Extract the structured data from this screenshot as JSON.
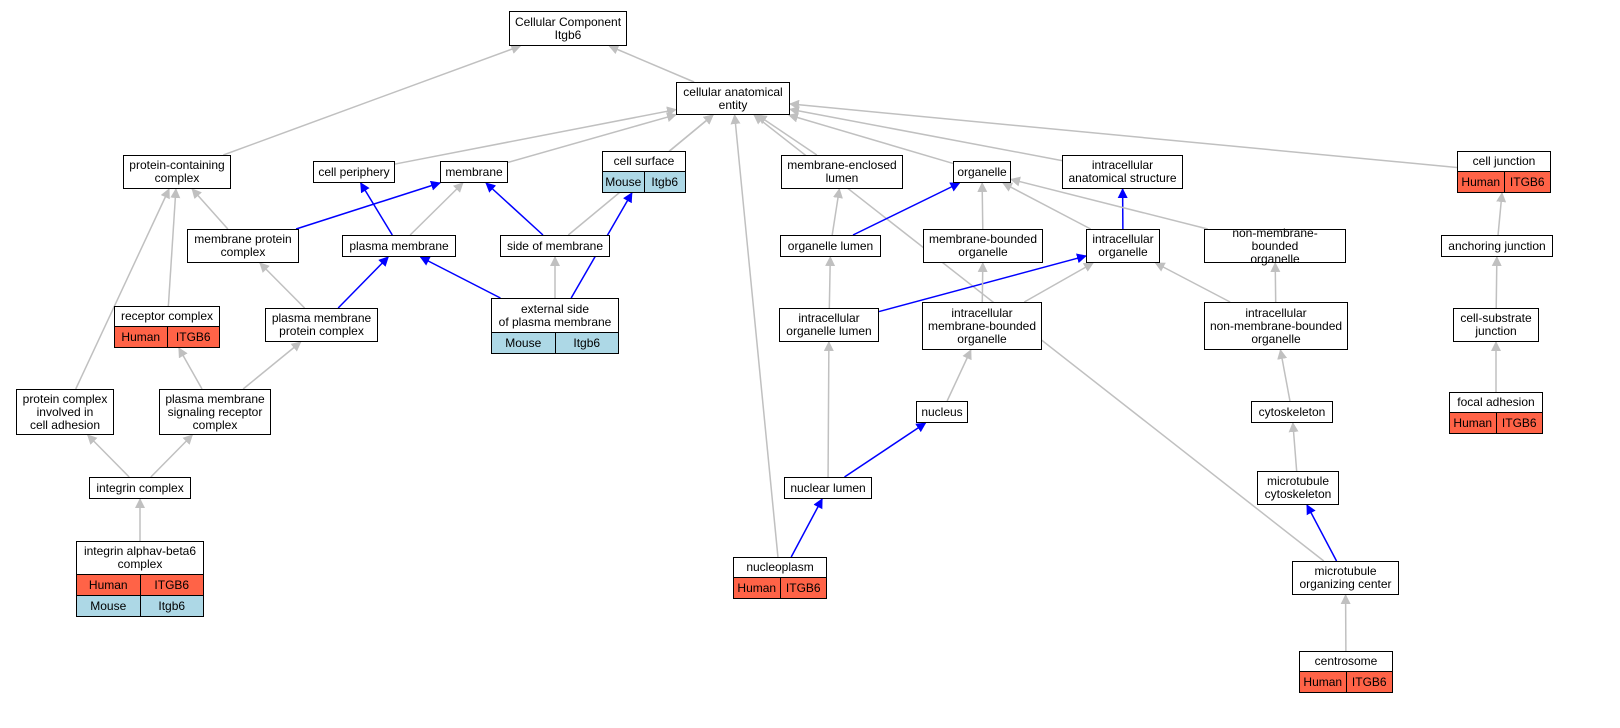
{
  "nodes": [
    {
      "id": "cc",
      "label": "Cellular Component\nItgb6"
    },
    {
      "id": "cae",
      "label": "cellular anatomical\nentity"
    },
    {
      "id": "pcc",
      "label": "protein-containing\ncomplex"
    },
    {
      "id": "cp",
      "label": "cell periphery"
    },
    {
      "id": "mem",
      "label": "membrane"
    },
    {
      "id": "cs",
      "label": "cell surface",
      "annotations": [
        {
          "species": "Mouse",
          "gene": "Itgb6"
        }
      ]
    },
    {
      "id": "mel",
      "label": "membrane-enclosed\nlumen"
    },
    {
      "id": "org",
      "label": "organelle"
    },
    {
      "id": "ias",
      "label": "intracellular\nanatomical structure"
    },
    {
      "id": "cj",
      "label": "cell junction",
      "annotations": [
        {
          "species": "Human",
          "gene": "ITGB6"
        }
      ]
    },
    {
      "id": "mpc",
      "label": "membrane protein\ncomplex"
    },
    {
      "id": "pm",
      "label": "plasma membrane"
    },
    {
      "id": "som",
      "label": "side of membrane"
    },
    {
      "id": "ol",
      "label": "organelle lumen"
    },
    {
      "id": "mbo",
      "label": "membrane-bounded\norganelle"
    },
    {
      "id": "io",
      "label": "intracellular\norganelle"
    },
    {
      "id": "nmbo",
      "label": "non-membrane-bounded\norganelle"
    },
    {
      "id": "aj",
      "label": "anchoring junction"
    },
    {
      "id": "rc",
      "label": "receptor complex",
      "annotations": [
        {
          "species": "Human",
          "gene": "ITGB6"
        }
      ]
    },
    {
      "id": "pmpc",
      "label": "plasma membrane\nprotein complex"
    },
    {
      "id": "espm",
      "label": "external side\nof plasma membrane",
      "annotations": [
        {
          "species": "Mouse",
          "gene": "Itgb6"
        }
      ]
    },
    {
      "id": "iol",
      "label": "intracellular\norganelle lumen"
    },
    {
      "id": "imbo",
      "label": "intracellular\nmembrane-bounded\norganelle"
    },
    {
      "id": "inmbo",
      "label": "intracellular\nnon-membrane-bounded\norganelle"
    },
    {
      "id": "csj",
      "label": "cell-substrate\njunction"
    },
    {
      "id": "pcica",
      "label": "protein complex\ninvolved in\ncell adhesion"
    },
    {
      "id": "pmsrc",
      "label": "plasma membrane\nsignaling receptor\ncomplex"
    },
    {
      "id": "nuc",
      "label": "nucleus"
    },
    {
      "id": "cytos",
      "label": "cytoskeleton"
    },
    {
      "id": "fa",
      "label": "focal adhesion",
      "annotations": [
        {
          "species": "Human",
          "gene": "ITGB6"
        }
      ]
    },
    {
      "id": "ic",
      "label": "integrin complex"
    },
    {
      "id": "nl",
      "label": "nuclear lumen"
    },
    {
      "id": "mtc",
      "label": "microtubule\ncytoskeleton"
    },
    {
      "id": "iab6",
      "label": "integrin alphav-beta6\ncomplex",
      "annotations": [
        {
          "species": "Human",
          "gene": "ITGB6"
        },
        {
          "species": "Mouse",
          "gene": "Itgb6"
        }
      ]
    },
    {
      "id": "np",
      "label": "nucleoplasm",
      "annotations": [
        {
          "species": "Human",
          "gene": "ITGB6"
        }
      ]
    },
    {
      "id": "mtoc",
      "label": "microtubule\norganizing center"
    },
    {
      "id": "cent",
      "label": "centrosome",
      "annotations": [
        {
          "species": "Human",
          "gene": "ITGB6"
        }
      ]
    }
  ],
  "edges": [
    {
      "from": "cae",
      "to": "cc",
      "color": "#c0c0c0"
    },
    {
      "from": "pcc",
      "to": "cc",
      "color": "#c0c0c0"
    },
    {
      "from": "cp",
      "to": "cae",
      "color": "#c0c0c0"
    },
    {
      "from": "mem",
      "to": "cae",
      "color": "#c0c0c0"
    },
    {
      "from": "cs",
      "to": "cae",
      "color": "#c0c0c0"
    },
    {
      "from": "mel",
      "to": "cae",
      "color": "#c0c0c0"
    },
    {
      "from": "org",
      "to": "cae",
      "color": "#c0c0c0"
    },
    {
      "from": "ias",
      "to": "cae",
      "color": "#c0c0c0"
    },
    {
      "from": "cj",
      "to": "cae",
      "color": "#c0c0c0"
    },
    {
      "from": "som",
      "to": "cae",
      "color": "#c0c0c0"
    },
    {
      "from": "np",
      "to": "cae",
      "color": "#c0c0c0"
    },
    {
      "from": "mtoc",
      "to": "cae",
      "color": "#c0c0c0"
    },
    {
      "from": "mpc",
      "to": "pcc",
      "color": "#c0c0c0"
    },
    {
      "from": "mpc",
      "to": "mem",
      "color": "#0000ff"
    },
    {
      "from": "pm",
      "to": "cp",
      "color": "#0000ff"
    },
    {
      "from": "pm",
      "to": "mem",
      "color": "#c0c0c0"
    },
    {
      "from": "som",
      "to": "mem",
      "color": "#0000ff"
    },
    {
      "from": "ol",
      "to": "mel",
      "color": "#c0c0c0"
    },
    {
      "from": "ol",
      "to": "org",
      "color": "#0000ff"
    },
    {
      "from": "mbo",
      "to": "org",
      "color": "#c0c0c0"
    },
    {
      "from": "io",
      "to": "org",
      "color": "#c0c0c0"
    },
    {
      "from": "io",
      "to": "ias",
      "color": "#0000ff"
    },
    {
      "from": "nmbo",
      "to": "org",
      "color": "#c0c0c0"
    },
    {
      "from": "aj",
      "to": "cj",
      "color": "#c0c0c0"
    },
    {
      "from": "rc",
      "to": "pcc",
      "color": "#c0c0c0"
    },
    {
      "from": "pmpc",
      "to": "mpc",
      "color": "#c0c0c0"
    },
    {
      "from": "pmpc",
      "to": "pm",
      "color": "#0000ff"
    },
    {
      "from": "espm",
      "to": "pm",
      "color": "#0000ff"
    },
    {
      "from": "espm",
      "to": "som",
      "color": "#c0c0c0"
    },
    {
      "from": "espm",
      "to": "cs",
      "color": "#0000ff"
    },
    {
      "from": "iol",
      "to": "ol",
      "color": "#c0c0c0"
    },
    {
      "from": "iol",
      "to": "io",
      "color": "#0000ff"
    },
    {
      "from": "imbo",
      "to": "mbo",
      "color": "#c0c0c0"
    },
    {
      "from": "imbo",
      "to": "io",
      "color": "#c0c0c0"
    },
    {
      "from": "inmbo",
      "to": "nmbo",
      "color": "#c0c0c0"
    },
    {
      "from": "inmbo",
      "to": "io",
      "color": "#c0c0c0"
    },
    {
      "from": "csj",
      "to": "aj",
      "color": "#c0c0c0"
    },
    {
      "from": "pcica",
      "to": "pcc",
      "color": "#c0c0c0"
    },
    {
      "from": "pmsrc",
      "to": "rc",
      "color": "#c0c0c0"
    },
    {
      "from": "pmsrc",
      "to": "pmpc",
      "color": "#c0c0c0"
    },
    {
      "from": "nuc",
      "to": "imbo",
      "color": "#c0c0c0"
    },
    {
      "from": "cytos",
      "to": "inmbo",
      "color": "#c0c0c0"
    },
    {
      "from": "fa",
      "to": "csj",
      "color": "#c0c0c0"
    },
    {
      "from": "ic",
      "to": "pcica",
      "color": "#c0c0c0"
    },
    {
      "from": "ic",
      "to": "pmsrc",
      "color": "#c0c0c0"
    },
    {
      "from": "nl",
      "to": "iol",
      "color": "#c0c0c0"
    },
    {
      "from": "nl",
      "to": "nuc",
      "color": "#0000ff"
    },
    {
      "from": "mtc",
      "to": "cytos",
      "color": "#c0c0c0"
    },
    {
      "from": "iab6",
      "to": "ic",
      "color": "#c0c0c0"
    },
    {
      "from": "np",
      "to": "nl",
      "color": "#0000ff"
    },
    {
      "from": "mtoc",
      "to": "mtc",
      "color": "#0000ff"
    },
    {
      "from": "cent",
      "to": "mtoc",
      "color": "#c0c0c0"
    }
  ],
  "colors": {
    "human": "#ff6347",
    "mouse": "#add8e6",
    "is_a": "#c0c0c0",
    "part_of": "#0000ff"
  }
}
